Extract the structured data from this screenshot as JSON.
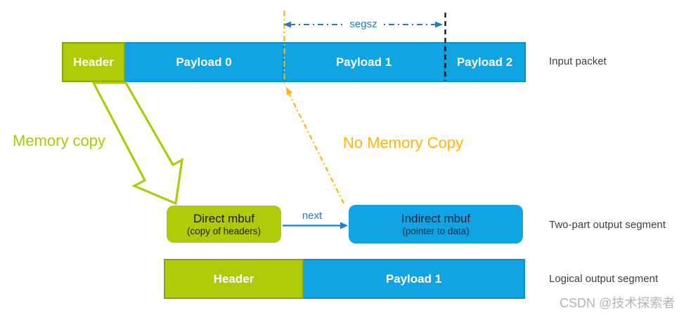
{
  "colors": {
    "green_fill": "#AFCA0B",
    "green_border": "#8CA307",
    "blue_fill": "#12A4E2",
    "blue_border": "#0D8FC7",
    "annotation_blue": "#1F7EC4",
    "annotation_orange": "#FFB508",
    "annotation_green_text": "#A9C90A",
    "caption_gray": "#3F3F3F",
    "watermark_gray": "#B3B3B3",
    "dashed_black": "#1A1A1A"
  },
  "segsz": {
    "label": "segsz"
  },
  "input_packet": {
    "caption": "Input packet",
    "cells": [
      {
        "label": "Header"
      },
      {
        "label": "Payload 0"
      },
      {
        "label": "Payload 1"
      },
      {
        "label": "Payload 2"
      }
    ]
  },
  "annotations": {
    "memory_copy": "Memory copy",
    "no_memory_copy": "No Memory Copy",
    "next": "next"
  },
  "direct_mbuf": {
    "title": "Direct mbuf",
    "subtitle": "(copy of headers)"
  },
  "indirect_mbuf": {
    "title": "Indirect mbuf",
    "subtitle": "(pointer to data)"
  },
  "two_part_output": {
    "caption": "Two-part output segment"
  },
  "logical_output": {
    "caption": "Logical output segment",
    "cells": [
      {
        "label": "Header"
      },
      {
        "label": "Payload 1"
      }
    ]
  },
  "watermark": "CSDN @技术探索者"
}
